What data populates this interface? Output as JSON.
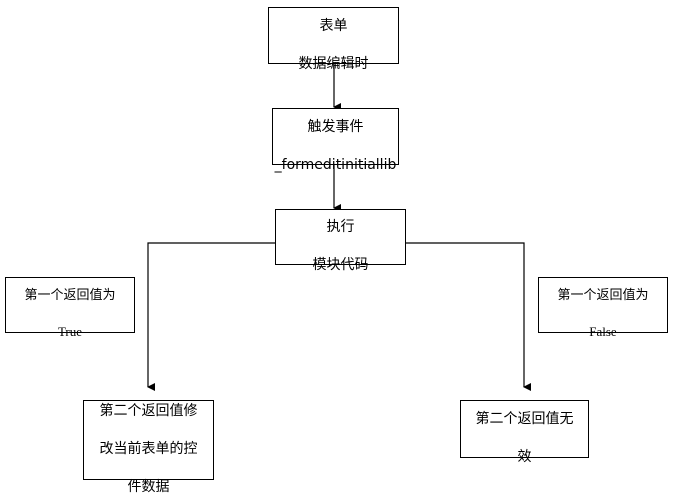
{
  "diagram": {
    "nodes": {
      "form_edit": {
        "lines": [
          "表单",
          "数据编辑时"
        ]
      },
      "trigger_event": {
        "lines": [
          "触发事件",
          "_formeditinitiallib"
        ]
      },
      "execute_code": {
        "lines": [
          "执行",
          "模块代码"
        ]
      },
      "note_true": {
        "lines": [
          "第一个返回值为",
          "True"
        ]
      },
      "note_false": {
        "lines": [
          "第一个返回值为",
          "False"
        ]
      },
      "result_true": {
        "lines": [
          "第二个返回值修",
          "改当前表单的控",
          "件数据"
        ]
      },
      "result_false": {
        "lines": [
          "第二个返回值无",
          "效"
        ]
      }
    },
    "colors": {
      "line": "#000000",
      "box_border": "#000000",
      "background": "#ffffff"
    }
  }
}
